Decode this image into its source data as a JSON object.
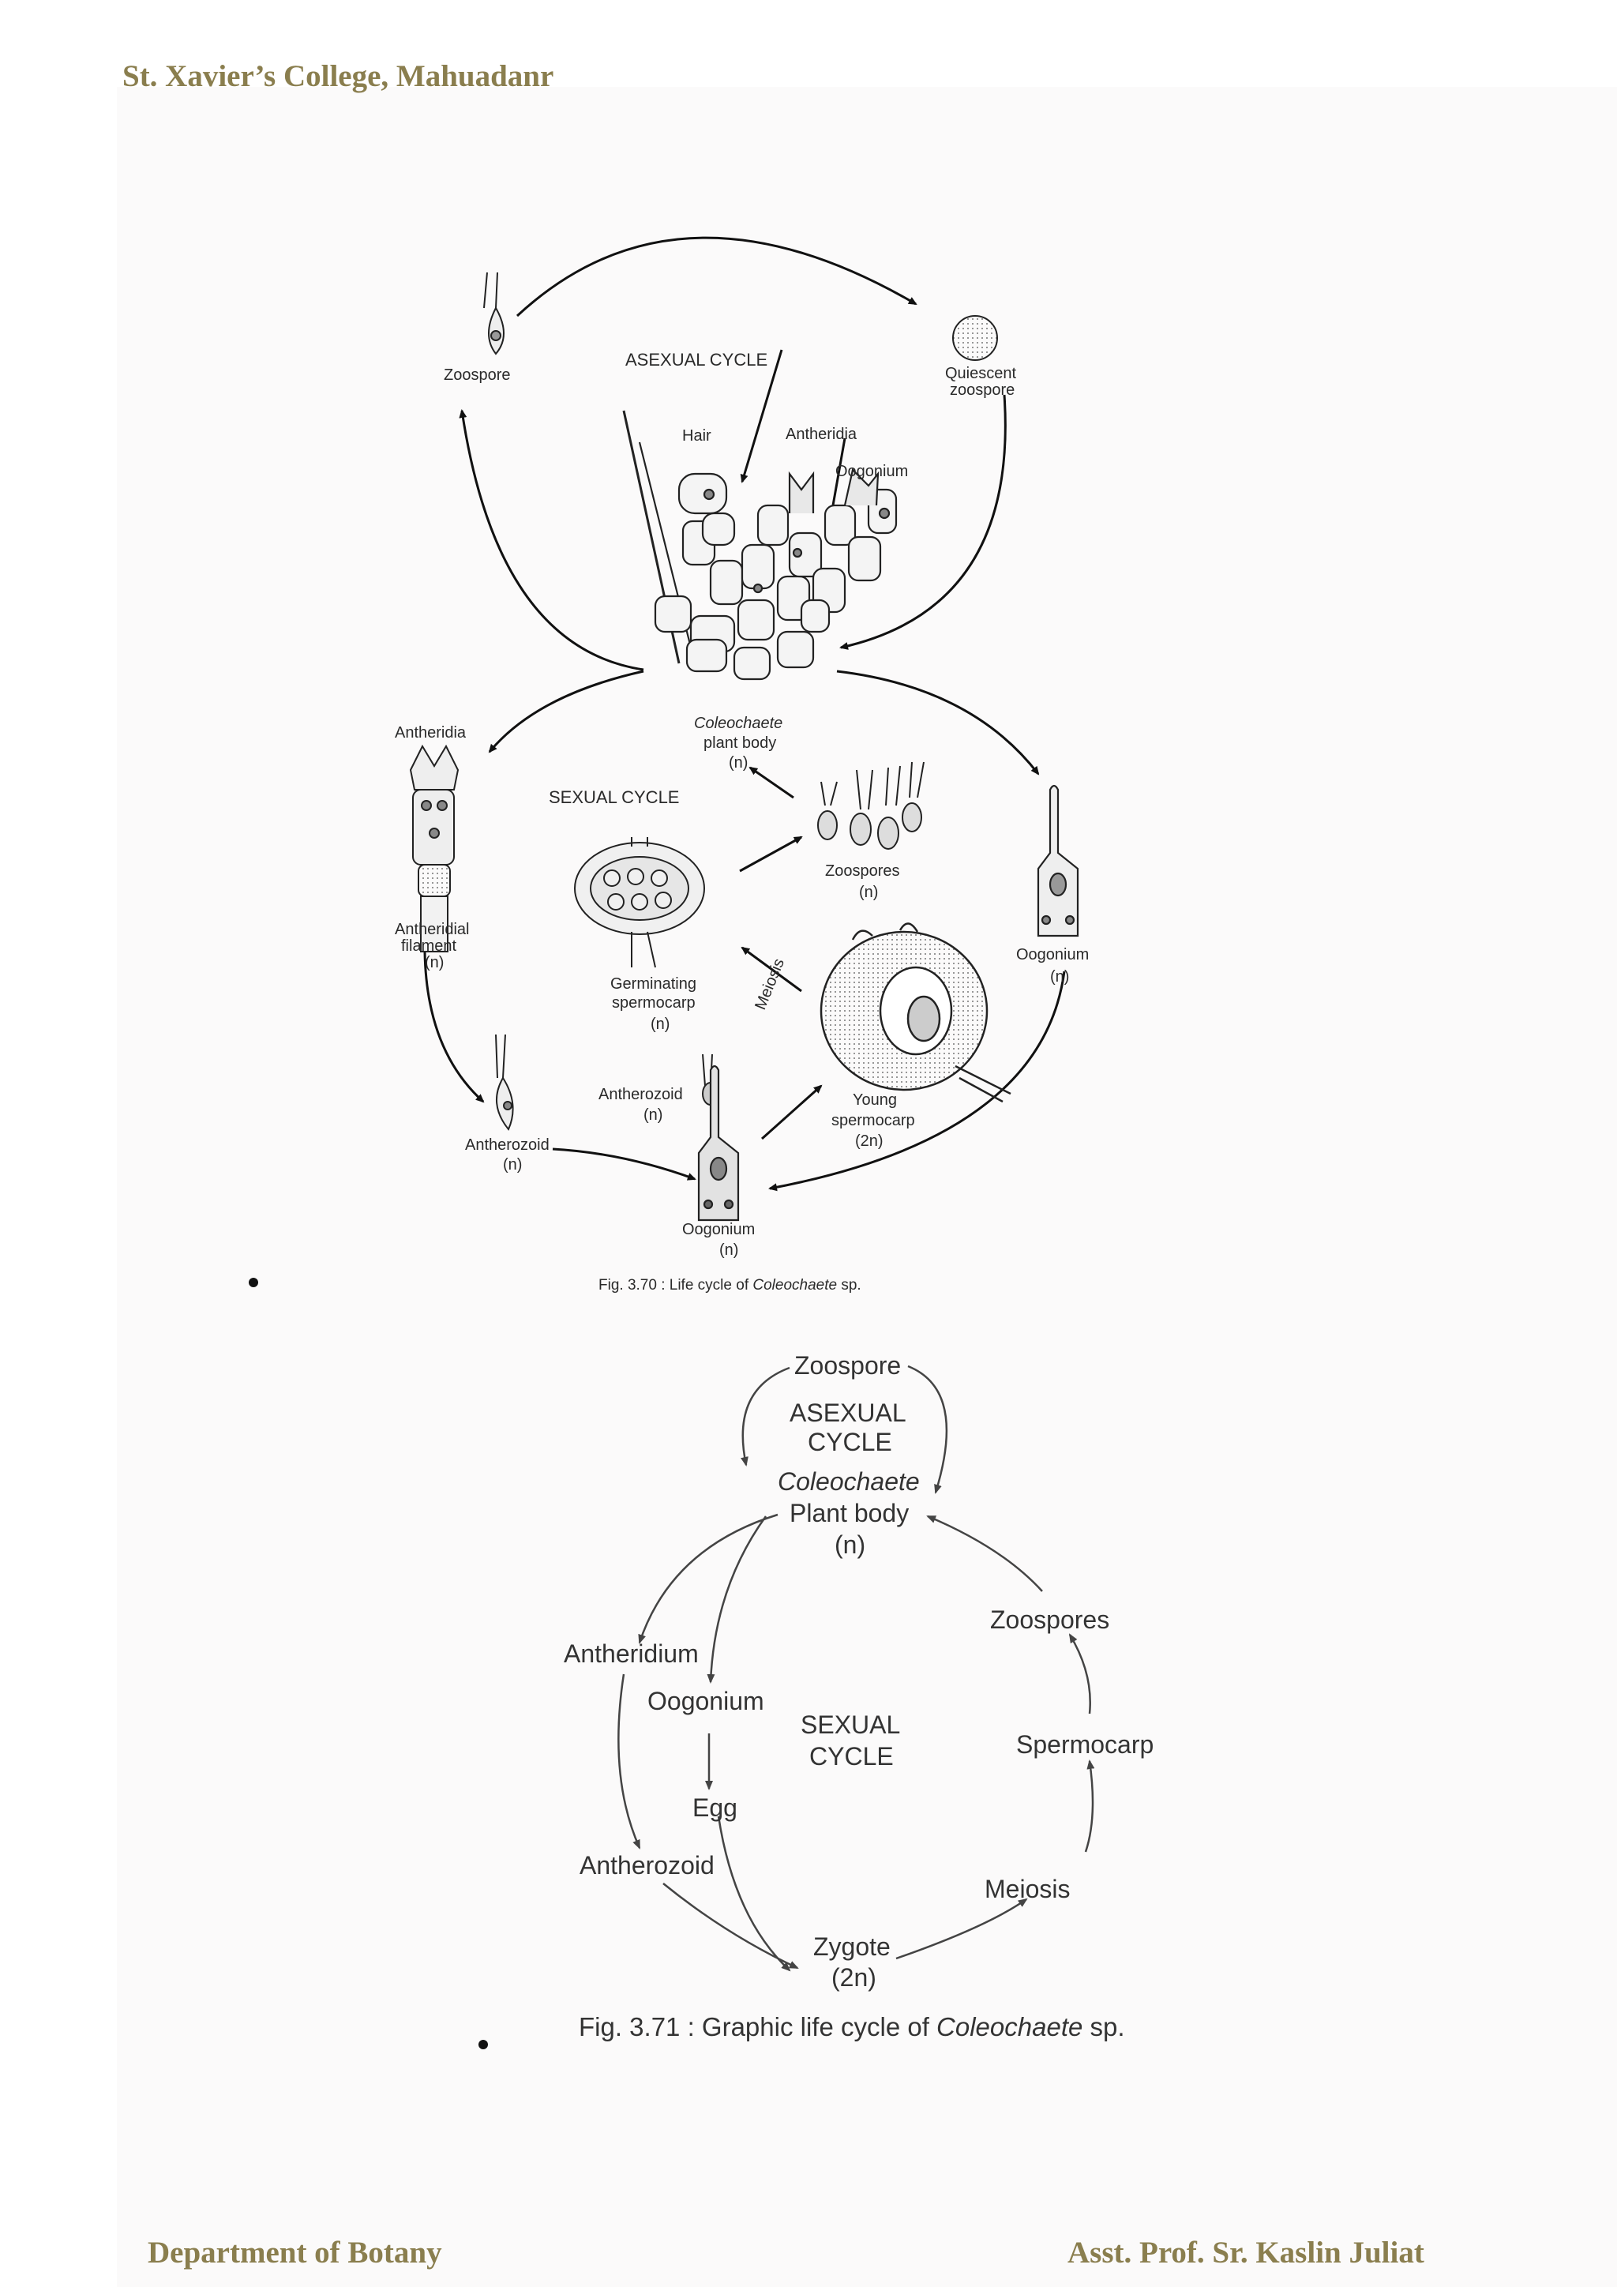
{
  "header": {
    "title": "St. Xavier’s College, Mahuadanr"
  },
  "footer": {
    "department": "Department of Botany",
    "author": "Asst. Prof. Sr. Kaslin Juliat"
  },
  "figure1": {
    "asexual_cycle": "ASEXUAL CYCLE",
    "sexual_cycle": "SEXUAL CYCLE",
    "zoospore": "Zoospore",
    "quiescent_1": "Quiescent",
    "quiescent_2": "zoospore",
    "hair": "Hair",
    "antheridia_top": "Antheridia",
    "oogonium_top": "Oogonium",
    "plant_body_1": "Coleochaete",
    "plant_body_2": "plant body",
    "plant_body_3": "(n)",
    "antheridia_left": "Antheridia",
    "antheridial_1": "Antheridial",
    "antheridial_2": "filament",
    "antheridial_3": "(n)",
    "zoospores_1": "Zoospores",
    "zoospores_2": "(n)",
    "germinating_1": "Germinating",
    "germinating_2": "spermocarp",
    "germinating_3": "(n)",
    "meiosis": "Meiosis",
    "oogonium_right_1": "Oogonium",
    "oogonium_right_2": "(n)",
    "antherozoid_mid_1": "Antherozoid",
    "antherozoid_mid_2": "(n)",
    "young_1": "Young",
    "young_2": "spermocarp",
    "young_3": "(2n)",
    "antherozoid_left_1": "Antherozoid",
    "antherozoid_left_2": "(n)",
    "oogonium_bottom_1": "Oogonium",
    "oogonium_bottom_2": "(n)",
    "caption_prefix": "Fig. 3.70 : Life cycle of ",
    "caption_italic": "Coleochaete",
    "caption_suffix": " sp."
  },
  "figure2": {
    "zoospore": "Zoospore",
    "asexual_1": "ASEXUAL",
    "asexual_2": "CYCLE",
    "plant_1": "Coleochaete",
    "plant_2": "Plant body",
    "plant_3": "(n)",
    "zoospores": "Zoospores",
    "antheridium": "Antheridium",
    "oogonium": "Oogonium",
    "sexual_1": "SEXUAL",
    "sexual_2": "CYCLE",
    "spermocarp": "Spermocarp",
    "egg": "Egg",
    "antherozoid": "Antherozoid",
    "meiosis": "Meiosis",
    "zygote_1": "Zygote",
    "zygote_2": "(2n)",
    "caption_prefix": "Fig. 3.71 : Graphic life cycle of ",
    "caption_italic": "Coleochaete",
    "caption_suffix": " sp."
  }
}
